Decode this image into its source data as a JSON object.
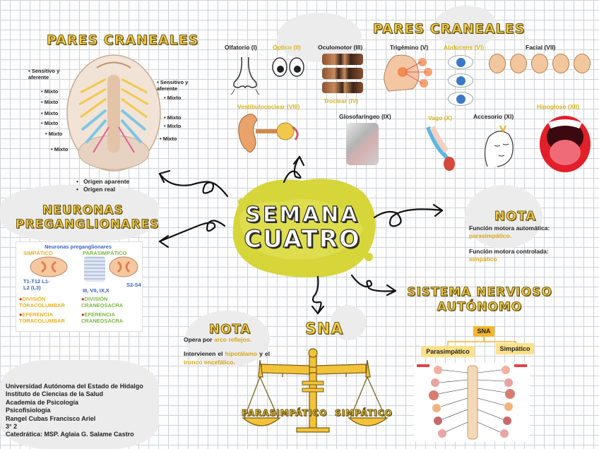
{
  "center": {
    "line1": "SEMANA",
    "line2": "CUATRO"
  },
  "left_title": "PARES CRANEALES",
  "left_diagram": {
    "side_left": [
      {
        "text": "Sensitivo y aferente"
      },
      {
        "text": "Mixto"
      },
      {
        "text": "Mixto"
      },
      {
        "text": "Mixto"
      },
      {
        "text": "Mixto"
      },
      {
        "text": "Mixto"
      },
      {
        "text": "Mixto"
      }
    ],
    "side_right": [
      {
        "text": "Sensitivo y aferente"
      },
      {
        "text": "Mixto"
      },
      {
        "text": "Mixto"
      },
      {
        "text": "Mixto"
      },
      {
        "text": "Mixto"
      }
    ],
    "legend": [
      "Origen aparente",
      "Origen real"
    ]
  },
  "right_title": "PARES CRANEALES",
  "nerves": {
    "olfatorio": "Olfatorio (I)",
    "optico": "Óptico (II)",
    "oculomotor": "Oculomotor (III)",
    "troclear": "Troclear (IV)",
    "trigemino": "Trigémino (V)",
    "abducens": "Abducens (VI)",
    "facial": "Facial (VII)",
    "vestibulococlear": "Vestibulococlear (VIII)",
    "glosofaringeo": "Glosofaríngeo (IX)",
    "vago": "Vago (X)",
    "accesorio": "Accesorio (XI)",
    "hipogloso": "Hipogloso (XII)"
  },
  "neuronas": {
    "title1": "NEURONAS",
    "title2": "PREGANGLIONARES",
    "panel_title": "Neuronas preganglionares",
    "simp": "SIMPÁTICO",
    "parasimp": "PARASIMPÁTICO",
    "simp_levels": "T1-T12 L1-L2 (L3)",
    "para_levels": "III, VII, IX,X",
    "para_levels2": "S2-S4",
    "div_toraco": "DIVISIÓN TORACOLUMBAR",
    "div_cranio": "DIVISIÓN CRANEOSACRA",
    "ef_toraco": "EFERENCIA TORACOLUMBAR",
    "ef_cranio": "EFERENCIA CRANEOSACRA"
  },
  "nota_right": {
    "title": "NOTA",
    "line1": "Función motora automática:",
    "line1_hl": "parasimpático.",
    "line2": "Función motora controlada:",
    "line2_hl": "simpático"
  },
  "nota_left": {
    "title": "NOTA",
    "p1_a": "Opera por",
    "p1_hl": "arco reflejos.",
    "p2_a": "Intervienen el",
    "p2_hl1": "hipotálamo",
    "p2_b": "y el",
    "p2_hl2": "tronco encefálico."
  },
  "sna": {
    "title": "SNA",
    "left_pan": "PARASIMPÁTICO",
    "right_pan": "SIMPÁTICO"
  },
  "sistema": {
    "title1": "SISTEMA NERVIOSO",
    "title2": "AUTÓNOMO",
    "root": "SNA",
    "left": "Parasimpático",
    "right": "Simpático"
  },
  "footer": [
    "Universidad Autónoma del Estado de Hidalgo",
    "Instituto de Ciencias de la Salud",
    "Academia de Psicología",
    "Psicofisiología",
    "Rangel Cubas Francisco Ariel",
    "3° 2",
    "Catedrática:  MSP. Aglaia G. Salame Castro"
  ],
  "colors": {
    "accent": "#f6d24a",
    "center_blob": "#d8d83a",
    "gold": "#d9a51a"
  }
}
